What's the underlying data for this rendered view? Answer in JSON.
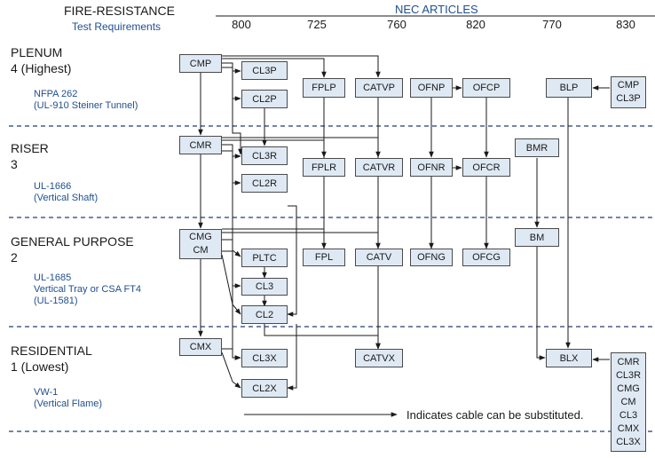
{
  "header": {
    "title": "FIRE-RESISTANCE",
    "subtitle": "Test Requirements",
    "nec_title": "NEC ARTICLES",
    "columns": [
      "800",
      "725",
      "760",
      "820",
      "770",
      "830"
    ]
  },
  "tiers": [
    {
      "name": "PLENUM",
      "level": "4 (Highest)",
      "std1": "NFPA 262",
      "std2": "(UL-910 Steiner Tunnel)",
      "std3": ""
    },
    {
      "name": "RISER",
      "level": "3",
      "std1": "UL-1666",
      "std2": "(Vertical Shaft)",
      "std3": ""
    },
    {
      "name": "GENERAL PURPOSE",
      "level": "2",
      "std1": "UL-1685",
      "std2": "Vertical Tray or CSA FT4",
      "std3": "(UL-1581)"
    },
    {
      "name": "RESIDENTIAL",
      "level": "1 (Lowest)",
      "std1": "VW-1",
      "std2": "(Vertical Flame)",
      "std3": ""
    }
  ],
  "boxes": {
    "cmp": "CMP",
    "cl3p": "CL3P",
    "cl2p": "CL2P",
    "fplp": "FPLP",
    "catvp": "CATVP",
    "ofnp": "OFNP",
    "ofcp": "OFCP",
    "blp": "BLP",
    "blp_sub": [
      "CMP",
      "CL3P"
    ],
    "cmr": "CMR",
    "cl3r": "CL3R",
    "cl2r": "CL2R",
    "fplr": "FPLR",
    "catvr": "CATVR",
    "ofnr": "OFNR",
    "ofcr": "OFCR",
    "bmr": "BMR",
    "cmg": [
      "CMG",
      "CM"
    ],
    "pltc": "PLTC",
    "cl3": "CL3",
    "cl2": "CL2",
    "fpl": "FPL",
    "catv": "CATV",
    "ofng": "OFNG",
    "ofcg": "OFCG",
    "bm": "BM",
    "cmx": "CMX",
    "cl3x": "CL3X",
    "cl2x": "CL2X",
    "catvx": "CATVX",
    "blx": "BLX",
    "blx_sub": [
      "CMR",
      "CL3R",
      "CMG",
      "CM",
      "CL3",
      "CMX",
      "CL3X"
    ]
  },
  "legend": "Indicates cable can be substituted."
}
